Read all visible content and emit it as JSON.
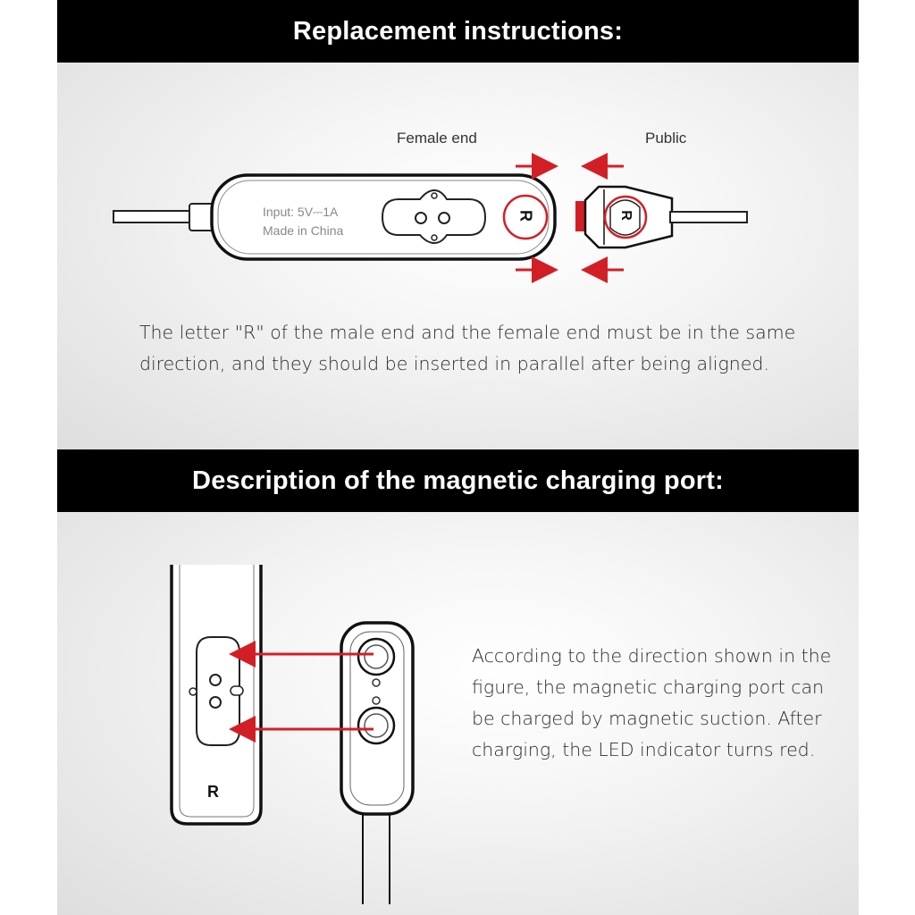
{
  "sections": {
    "replacement": {
      "title": "Replacement instructions:",
      "label_female": "Female end",
      "label_public": "Public",
      "device_input": "Input: 5V⎓1A",
      "device_made": "Made in China",
      "device_letter": "R",
      "plug_letter": "R",
      "body_text": "The letter \"R\" of the male end and the female end must be in the same direction, and they should be inserted in parallel after being aligned."
    },
    "charging_port": {
      "title": "Description of the magnetic charging port:",
      "device_letter": "R",
      "body_text": "According to the direction shown in the figure, the magnetic charging port can be charged by magnetic suction. After charging, the LED indicator turns red."
    }
  },
  "colors": {
    "header_bg": "#000000",
    "header_text": "#ffffff",
    "accent_red": "#d21f26"
  }
}
